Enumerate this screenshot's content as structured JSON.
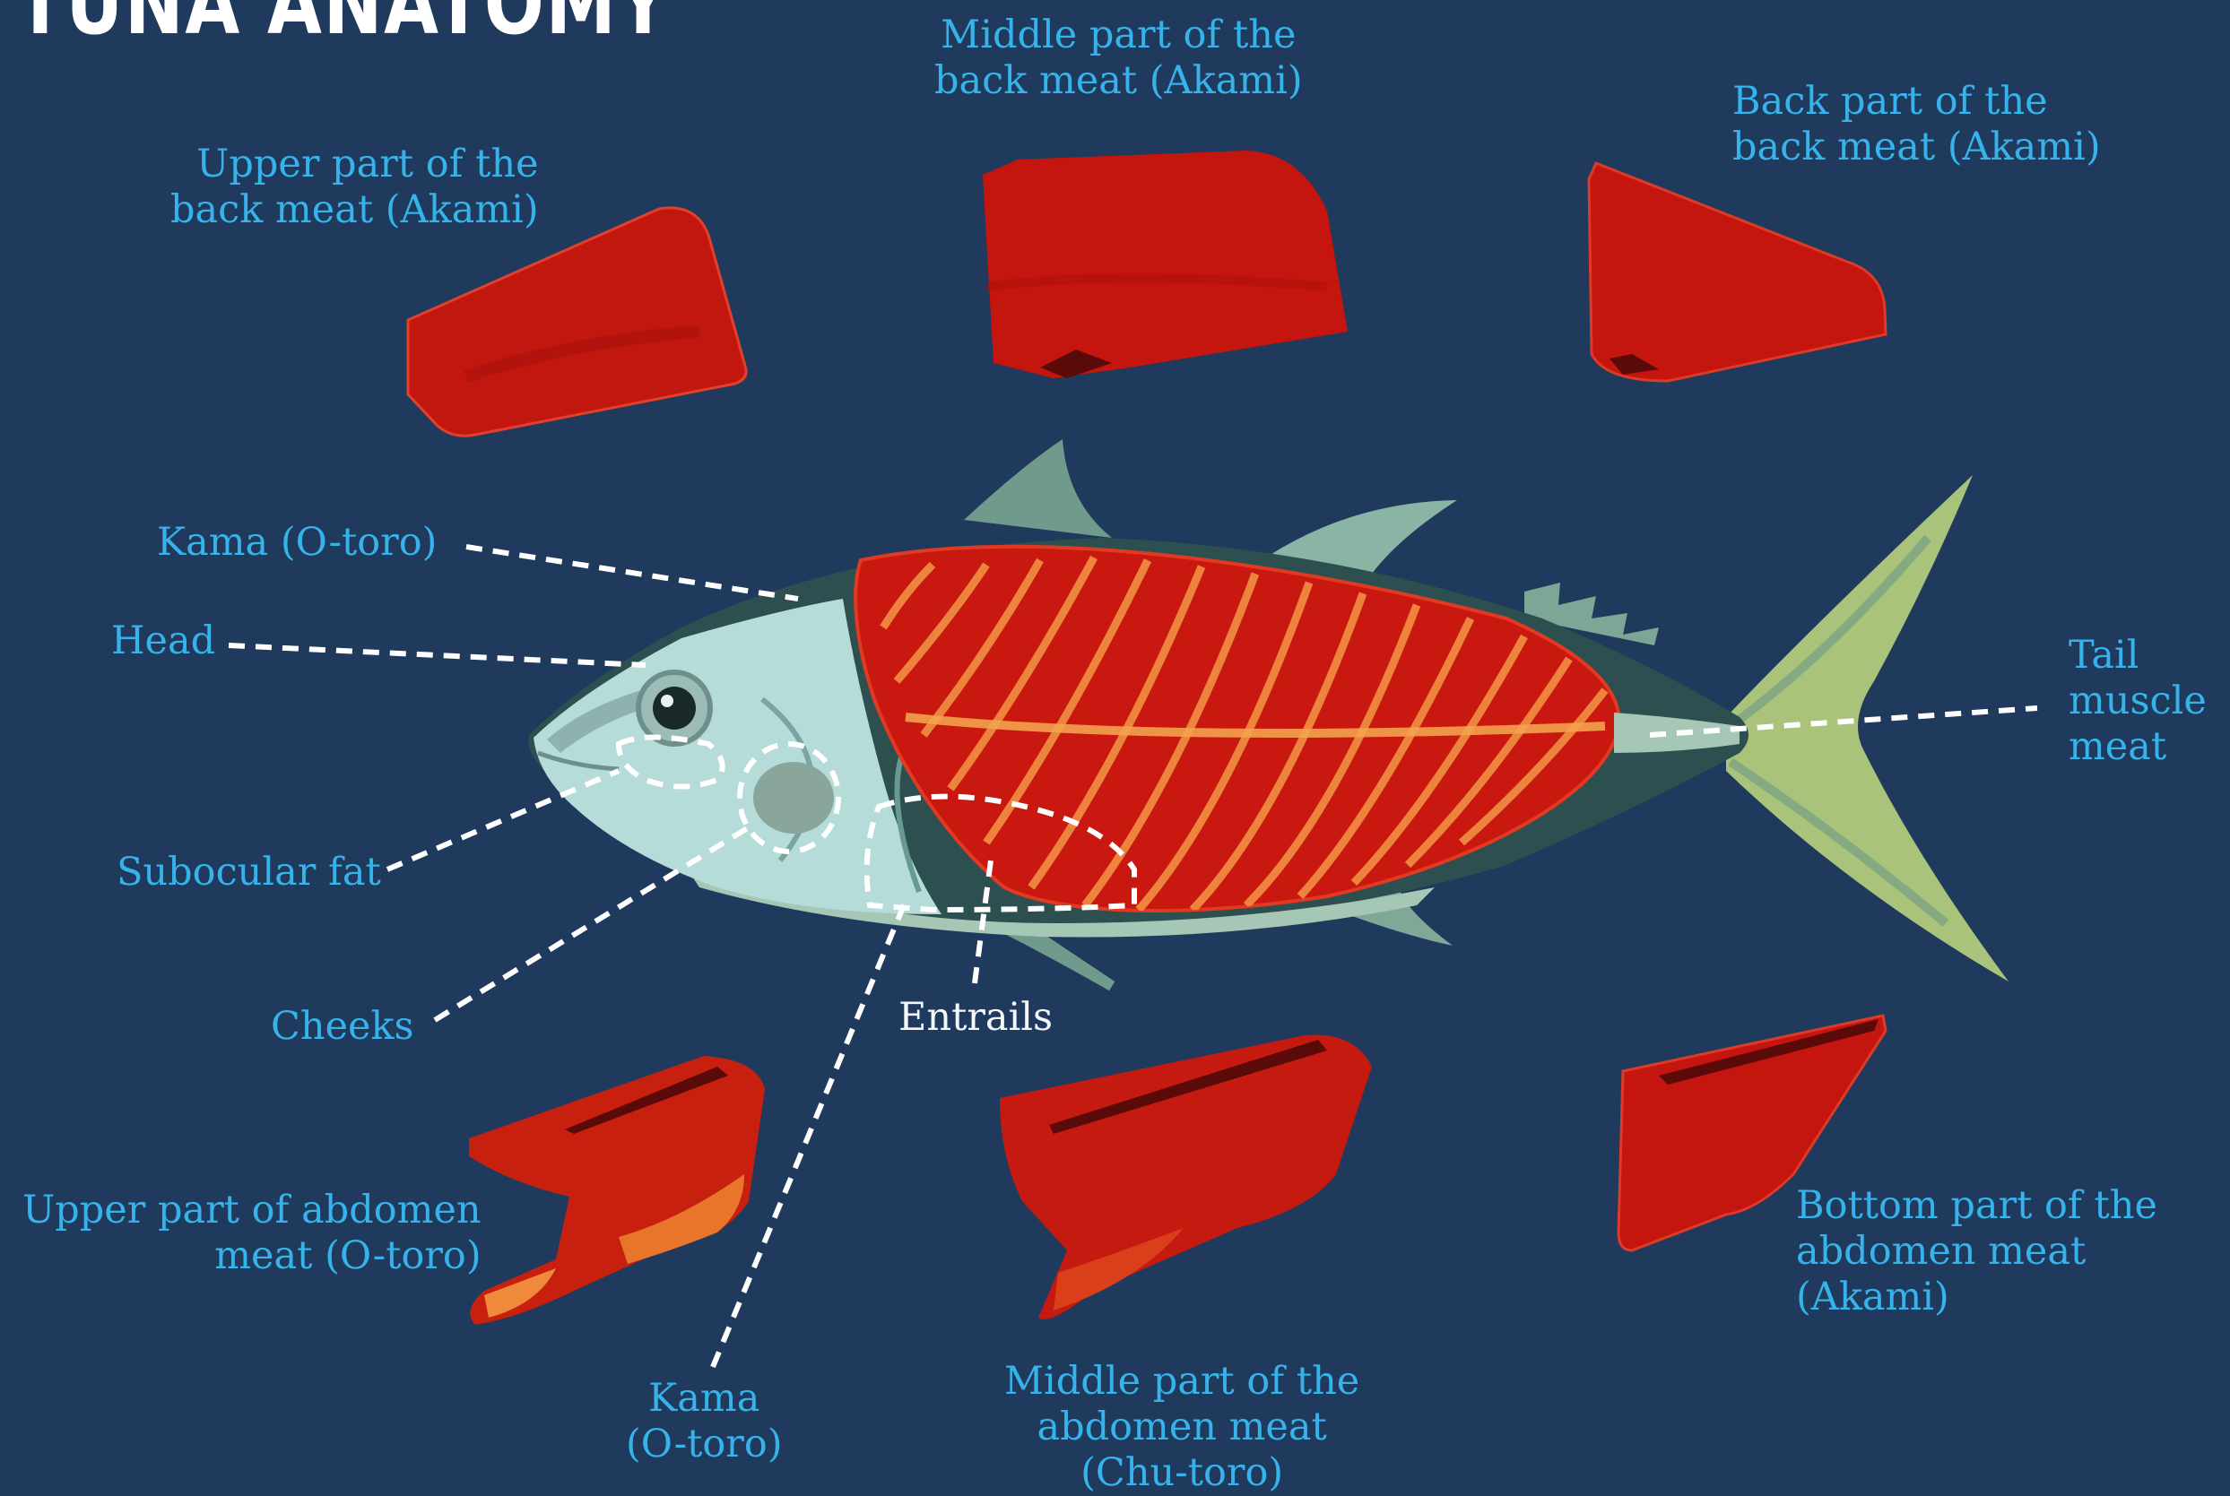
{
  "title": "TUNA ANATOMY",
  "labels": {
    "back_upper": [
      "Upper part of the",
      "back meat (Akami)"
    ],
    "back_middle": [
      "Middle part of the",
      "back meat (Akami)"
    ],
    "back_rear": [
      "Back part of the",
      "back meat (Akami)"
    ],
    "kama_top": "Kama (O-toro)",
    "head": "Head",
    "subocular_fat": "Subocular fat",
    "cheeks": "Cheeks",
    "entrails": "Entrails",
    "tail": [
      "Tail",
      "muscle",
      "meat"
    ],
    "abdomen_upper": [
      "Upper part of abdomen",
      "meat (O-toro)"
    ],
    "kama_bottom": [
      "Kama",
      "(O-toro)"
    ],
    "abdomen_middle": [
      "Middle part of the",
      "abdomen meat",
      "(Chu-toro)"
    ],
    "abdomen_bottom": [
      "Bottom part of the",
      "abdomen meat",
      "(Akami)"
    ]
  },
  "colors": {
    "background": "#1f3a5c",
    "label": "#35b3ea",
    "meat_red": "#c8140e",
    "meat_orange": "#e8752a",
    "fish_head": "#b5dcd8",
    "fin": "#9cbf72",
    "skin_dark": "#264a4a"
  }
}
